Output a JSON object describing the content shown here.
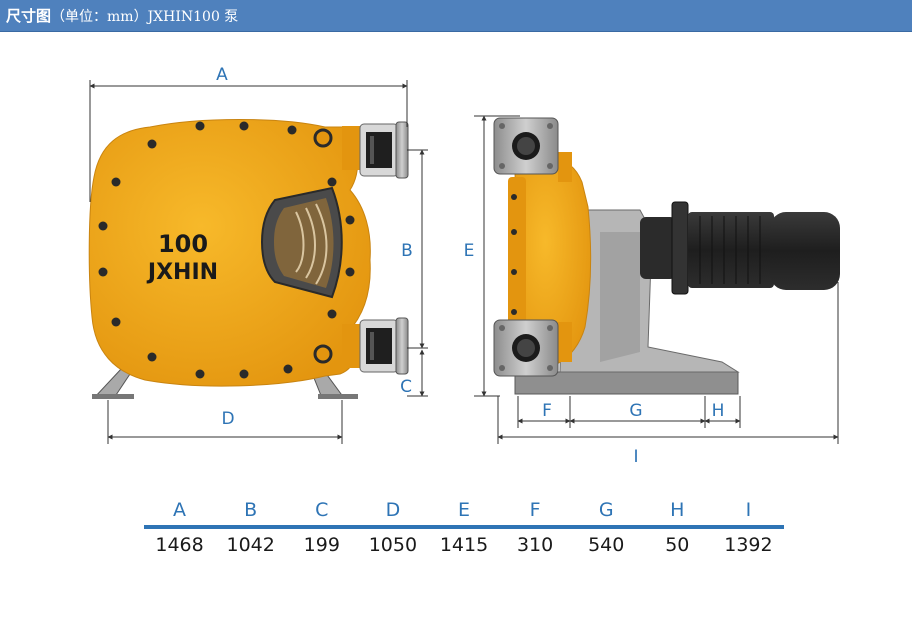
{
  "header": {
    "title": "尺寸图",
    "subtitle": "（单位：mm）JXHIN100 泵"
  },
  "pump": {
    "model_number": "100",
    "brand": "JXHIN"
  },
  "dimension_labels": {
    "a": "A",
    "b": "B",
    "c": "C",
    "d": "D",
    "e": "E",
    "f": "F",
    "g": "G",
    "h": "H",
    "i": "I"
  },
  "dimension_table": {
    "headers": [
      "A",
      "B",
      "C",
      "D",
      "E",
      "F",
      "G",
      "H",
      "I"
    ],
    "values": [
      "1468",
      "1042",
      "199",
      "1050",
      "1415",
      "310",
      "540",
      "50",
      "1392"
    ]
  },
  "colors": {
    "header_bg": "#4f81bd",
    "accent_blue": "#2e74b5",
    "pump_body": "#f2a818",
    "motor": "#2b2b2b",
    "base": "#9a9a9a"
  }
}
